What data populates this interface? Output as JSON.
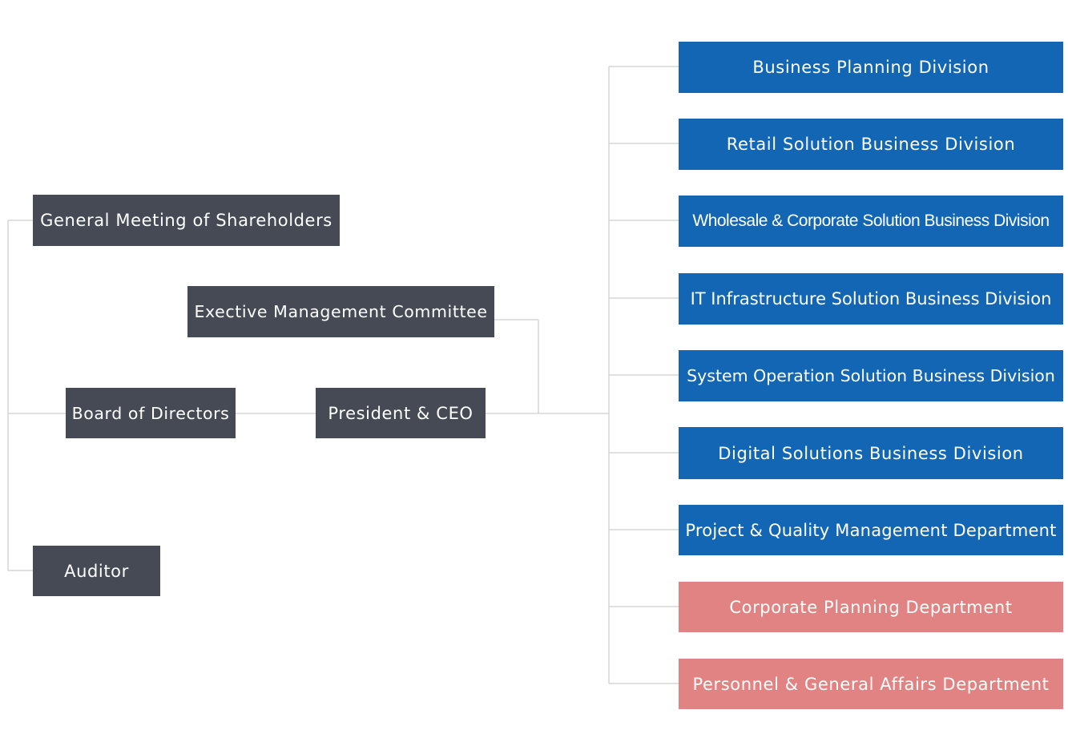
{
  "governance": {
    "shareholders": "General Meeting of Shareholders",
    "committee": "Exective Management Committee",
    "board": "Board of Directors",
    "ceo": "President & CEO",
    "auditor": "Auditor"
  },
  "units": [
    {
      "label": "Business Planning Division",
      "kind": "business"
    },
    {
      "label": "Retail Solution Business Division",
      "kind": "business"
    },
    {
      "label": "Wholesale & Corporate Solution Business Division",
      "kind": "business"
    },
    {
      "label": "IT Infrastructure Solution Business Division",
      "kind": "business"
    },
    {
      "label": "System Operation Solution Business Division",
      "kind": "business"
    },
    {
      "label": "Digital Solutions Business Division",
      "kind": "business"
    },
    {
      "label": "Project & Quality Management Department",
      "kind": "business"
    },
    {
      "label": "Corporate Planning Department",
      "kind": "corporate"
    },
    {
      "label": "Personnel & General Affairs Department",
      "kind": "corporate"
    }
  ],
  "colors": {
    "governance_box": "#454a55",
    "business_box": "#1266b4",
    "corporate_box": "#e08382",
    "connector": "#d6d6d6"
  }
}
